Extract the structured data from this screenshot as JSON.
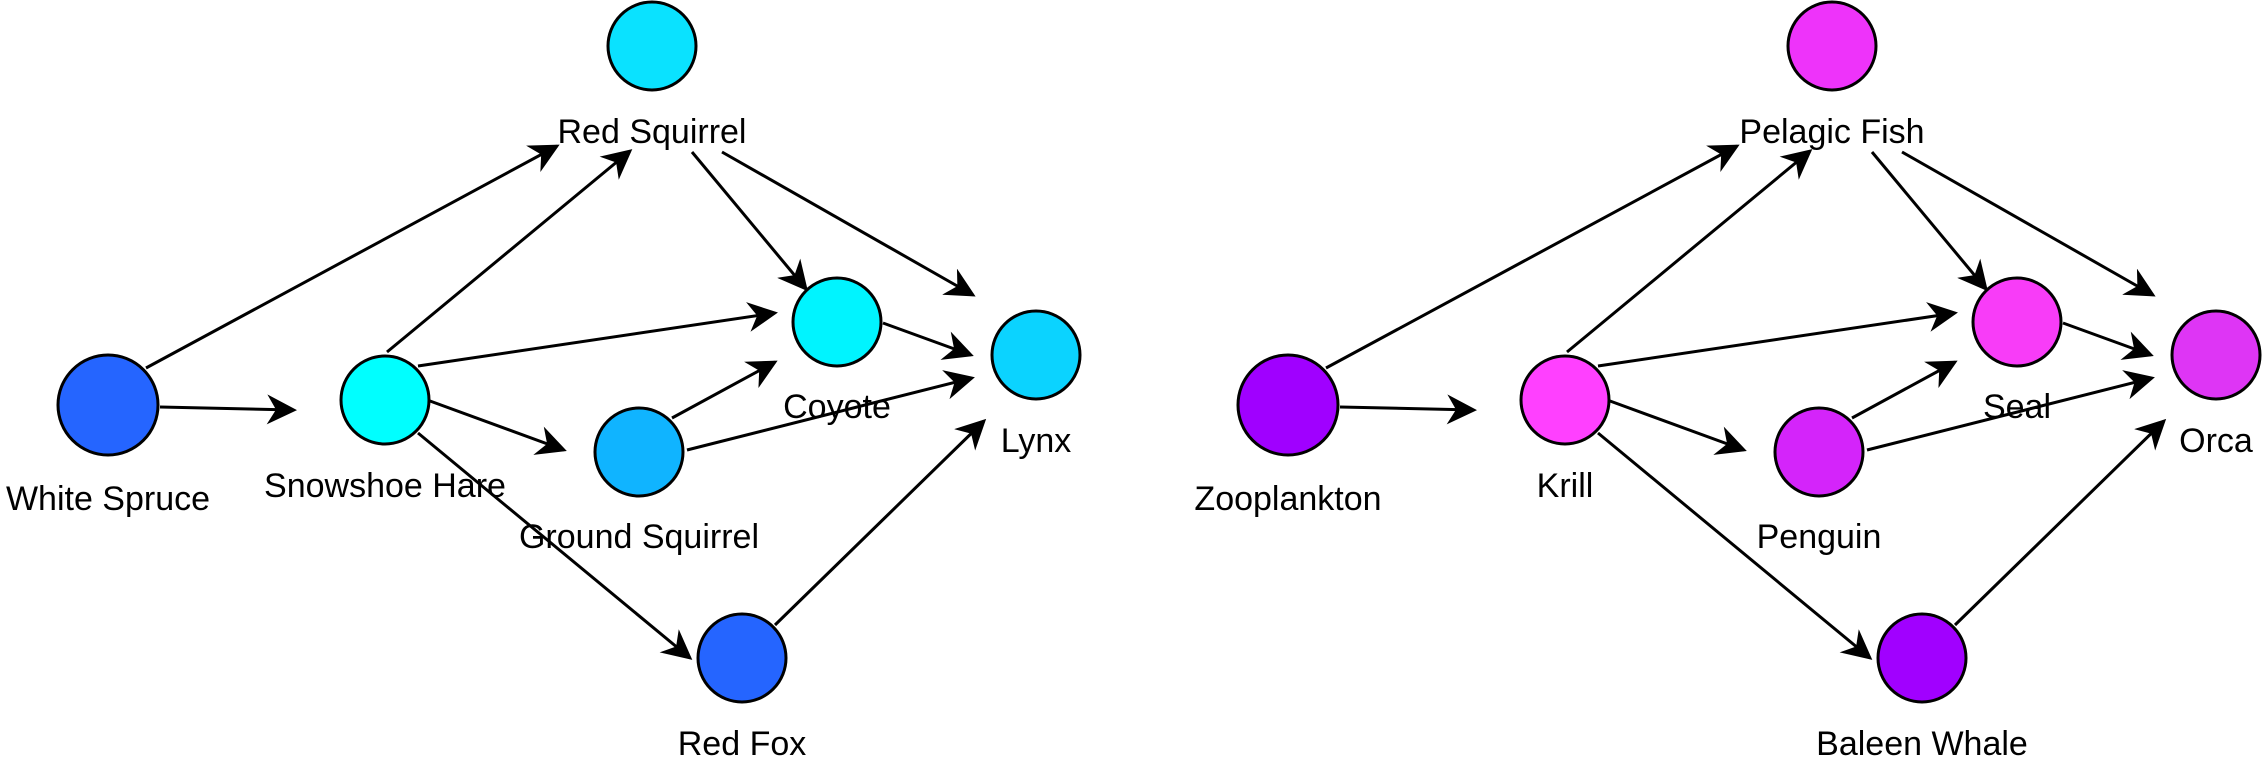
{
  "graphs": [
    {
      "name": "boreal-forest-food-web",
      "nodes": [
        {
          "id": "white_spruce",
          "label": "White Spruce",
          "color": "#2565FF"
        },
        {
          "id": "snowshoe_hare",
          "label": "Snowshoe Hare",
          "color": "#00FFFF"
        },
        {
          "id": "red_squirrel",
          "label": "Red Squirrel",
          "color": "#0AE2FF"
        },
        {
          "id": "ground_squirrel",
          "label": "Ground Squirrel",
          "color": "#10B4FF"
        },
        {
          "id": "coyote",
          "label": "Coyote",
          "color": "#00F4FF"
        },
        {
          "id": "lynx",
          "label": "Lynx",
          "color": "#0BD3FF"
        },
        {
          "id": "red_fox",
          "label": "Red Fox",
          "color": "#2565FF"
        }
      ],
      "edges": [
        {
          "from": "white_spruce",
          "to": "snowshoe_hare"
        },
        {
          "from": "white_spruce",
          "to": "red_squirrel"
        },
        {
          "from": "snowshoe_hare",
          "to": "red_squirrel"
        },
        {
          "from": "snowshoe_hare",
          "to": "coyote"
        },
        {
          "from": "snowshoe_hare",
          "to": "ground_squirrel"
        },
        {
          "from": "snowshoe_hare",
          "to": "red_fox"
        },
        {
          "from": "red_squirrel",
          "to": "coyote"
        },
        {
          "from": "red_squirrel",
          "to": "lynx"
        },
        {
          "from": "coyote",
          "to": "lynx"
        },
        {
          "from": "ground_squirrel",
          "to": "coyote"
        },
        {
          "from": "ground_squirrel",
          "to": "lynx"
        },
        {
          "from": "red_fox",
          "to": "lynx"
        }
      ]
    },
    {
      "name": "marine-food-web",
      "nodes": [
        {
          "id": "zooplankton",
          "label": "Zooplankton",
          "color": "#A000FF"
        },
        {
          "id": "krill",
          "label": "Krill",
          "color": "#FF40FF"
        },
        {
          "id": "pelagic_fish",
          "label": "Pelagic Fish",
          "color": "#EE33FA"
        },
        {
          "id": "penguin",
          "label": "Penguin",
          "color": "#D424FA"
        },
        {
          "id": "seal",
          "label": "Seal",
          "color": "#F83CF8"
        },
        {
          "id": "orca",
          "label": "Orca",
          "color": "#DE35F5"
        },
        {
          "id": "baleen_whale",
          "label": "Baleen Whale",
          "color": "#A100FF"
        }
      ],
      "edges": [
        {
          "from": "zooplankton",
          "to": "krill"
        },
        {
          "from": "zooplankton",
          "to": "pelagic_fish"
        },
        {
          "from": "krill",
          "to": "pelagic_fish"
        },
        {
          "from": "krill",
          "to": "seal"
        },
        {
          "from": "krill",
          "to": "penguin"
        },
        {
          "from": "krill",
          "to": "baleen_whale"
        },
        {
          "from": "pelagic_fish",
          "to": "seal"
        },
        {
          "from": "pelagic_fish",
          "to": "orca"
        },
        {
          "from": "seal",
          "to": "orca"
        },
        {
          "from": "penguin",
          "to": "seal"
        },
        {
          "from": "penguin",
          "to": "orca"
        },
        {
          "from": "baleen_whale",
          "to": "orca"
        }
      ]
    }
  ]
}
